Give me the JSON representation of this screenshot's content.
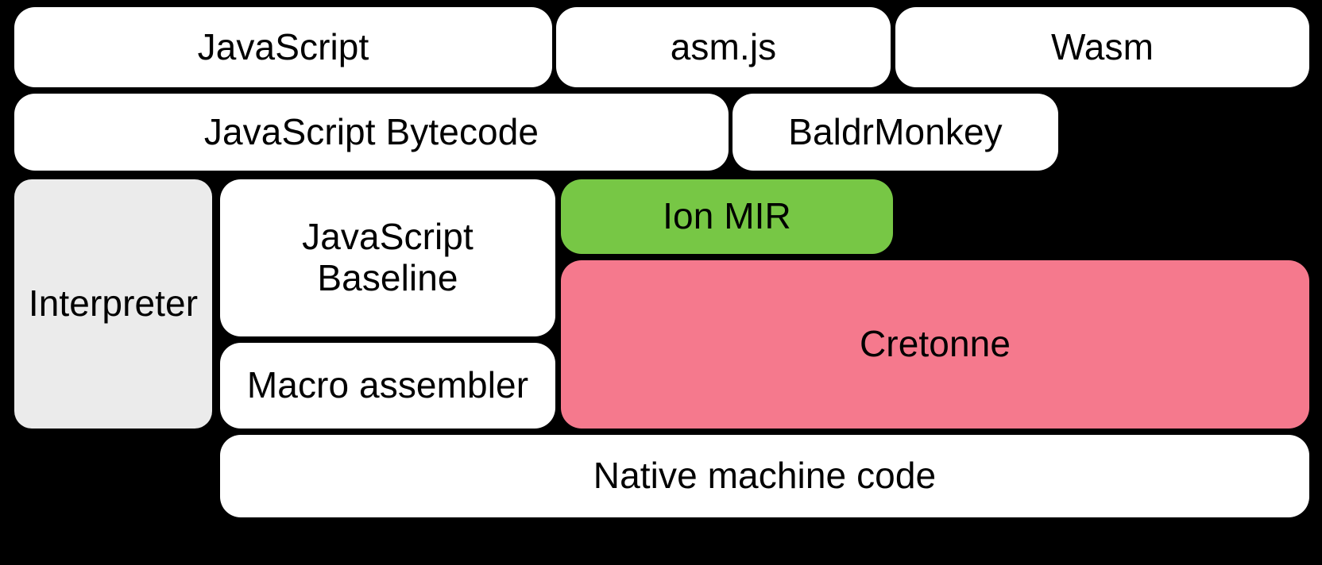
{
  "diagram": {
    "title": "SpiderMonkey compilation pipeline with Cretonne",
    "background_color": "#000000",
    "colors": {
      "box_white": "#ffffff",
      "box_gray": "#ebebeb",
      "accent_green": "#77c745",
      "accent_pink": "#f5798d",
      "text": "#000000"
    },
    "rows": [
      {
        "name": "source-formats",
        "nodes": [
          {
            "id": "javascript",
            "label": "JavaScript",
            "fill": "white"
          },
          {
            "id": "asmjs",
            "label": "asm.js",
            "fill": "white"
          },
          {
            "id": "wasm",
            "label": "Wasm",
            "fill": "white"
          }
        ]
      },
      {
        "name": "front-end",
        "nodes": [
          {
            "id": "js-bytecode",
            "label": "JavaScript Bytecode",
            "fill": "white"
          },
          {
            "id": "baldrmonkey",
            "label": "BaldrMonkey",
            "fill": "white"
          }
        ]
      },
      {
        "name": "execution-tiers",
        "nodes": [
          {
            "id": "interpreter",
            "label": "Interpreter",
            "fill": "gray"
          },
          {
            "id": "js-baseline",
            "label": "JavaScript\nBaseline",
            "fill": "white"
          },
          {
            "id": "macro-assembler",
            "label": "Macro assembler",
            "fill": "white"
          },
          {
            "id": "ion-mir",
            "label": "Ion MIR",
            "fill": "green"
          },
          {
            "id": "cretonne",
            "label": "Cretonne",
            "fill": "pink"
          }
        ]
      },
      {
        "name": "output",
        "nodes": [
          {
            "id": "native-code",
            "label": "Native machine code",
            "fill": "white"
          }
        ]
      }
    ]
  }
}
